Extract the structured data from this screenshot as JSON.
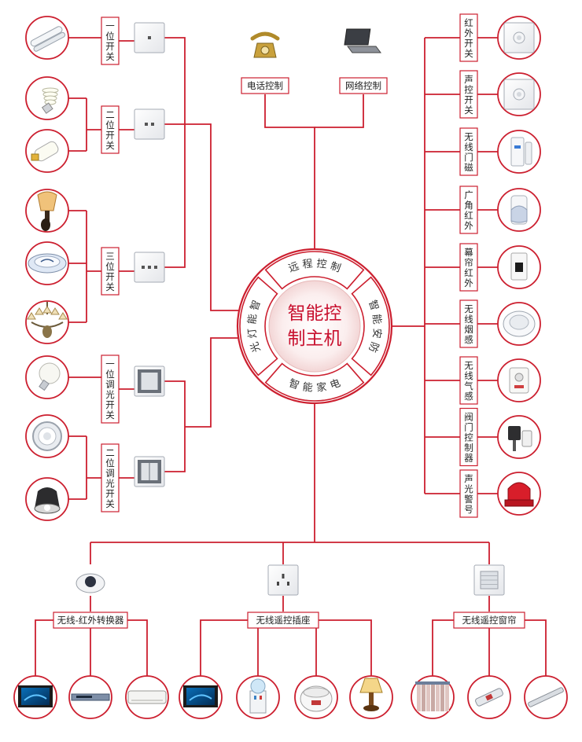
{
  "hub": {
    "line1": "智能控",
    "line2": "制主机"
  },
  "ring": [
    {
      "key": "top",
      "label": "远程控制"
    },
    {
      "key": "right",
      "label": "智能安防"
    },
    {
      "key": "bottom",
      "label": "智能家电"
    },
    {
      "key": "left",
      "label": "智能灯光"
    }
  ],
  "remote": [
    {
      "label": "电话控制",
      "icon": "telephone-icon"
    },
    {
      "label": "网络控制",
      "icon": "laptop-icon"
    }
  ],
  "lighting": {
    "switches": [
      {
        "label": "一位开关",
        "gangs": 1
      },
      {
        "label": "二位开关",
        "gangs": 2
      },
      {
        "label": "三位开关",
        "gangs": 3
      },
      {
        "label": "一位调光开关",
        "gangs": 1
      },
      {
        "label": "二位调光开关",
        "gangs": 2
      }
    ],
    "lamps": [
      "tube-lamp-icon",
      "cfl-bulb-icon",
      "cfl-tube-icon",
      "wall-lamp-icon",
      "ceiling-lamp-icon",
      "chandelier-icon",
      "bulb-icon",
      "downlight-icon",
      "spotlight-icon"
    ]
  },
  "security": [
    {
      "label": "红外开关",
      "icon": "pir-switch-icon"
    },
    {
      "label": "声控开关",
      "icon": "sound-switch-icon"
    },
    {
      "label": "无线门磁",
      "icon": "door-sensor-icon"
    },
    {
      "label": "广角红外",
      "icon": "pir-sensor-icon"
    },
    {
      "label": "幕帘红外",
      "icon": "curtain-pir-icon"
    },
    {
      "label": "无线烟感",
      "icon": "smoke-detector-icon"
    },
    {
      "label": "无线气感",
      "icon": "gas-detector-icon"
    },
    {
      "label": "阀门控制器",
      "icon": "valve-controller-icon"
    },
    {
      "label": "声光警号",
      "icon": "siren-icon"
    }
  ],
  "appliances": [
    {
      "label": "无线-红外转换器",
      "device": "ir-converter-icon",
      "items": [
        "tv-icon",
        "dvd-player-icon",
        "air-conditioner-icon"
      ]
    },
    {
      "label": "无线遥控插座",
      "device": "socket-icon",
      "items": [
        "tv-icon",
        "water-dispenser-icon",
        "rice-cooker-icon",
        "table-lamp-icon"
      ]
    },
    {
      "label": "无线遥控窗帘",
      "device": "curtain-panel-icon",
      "items": [
        "curtain-icon",
        "curtain-motor-icon",
        "curtain-rail-icon"
      ]
    }
  ],
  "colors": {
    "line": "#cc1f2f",
    "hub_text": "#c8102e",
    "box_border": "#cc1f2f"
  }
}
